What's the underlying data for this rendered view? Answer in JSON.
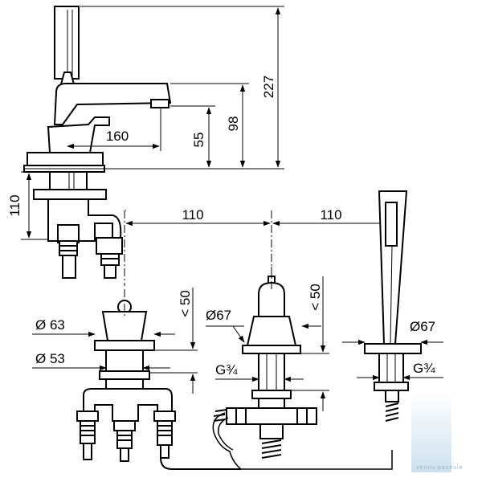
{
  "dimensions": {
    "total_height": "227",
    "spout_height": "98",
    "handle_height": "55",
    "spout_reach": "160",
    "body_height": "110",
    "spacing_left": "110",
    "spacing_right": "110",
    "height_left": "< 50",
    "height_mid": "< 50",
    "dia_rosette": "Ø 63",
    "dia_hole": "Ø 53",
    "dia_mid": "Ø67",
    "dia_right": "Ø67",
    "thread_mid": "G¾",
    "thread_right": "G¾"
  },
  "watermark": {
    "text": "vennu paseule",
    "color": "#b8d4e8"
  }
}
